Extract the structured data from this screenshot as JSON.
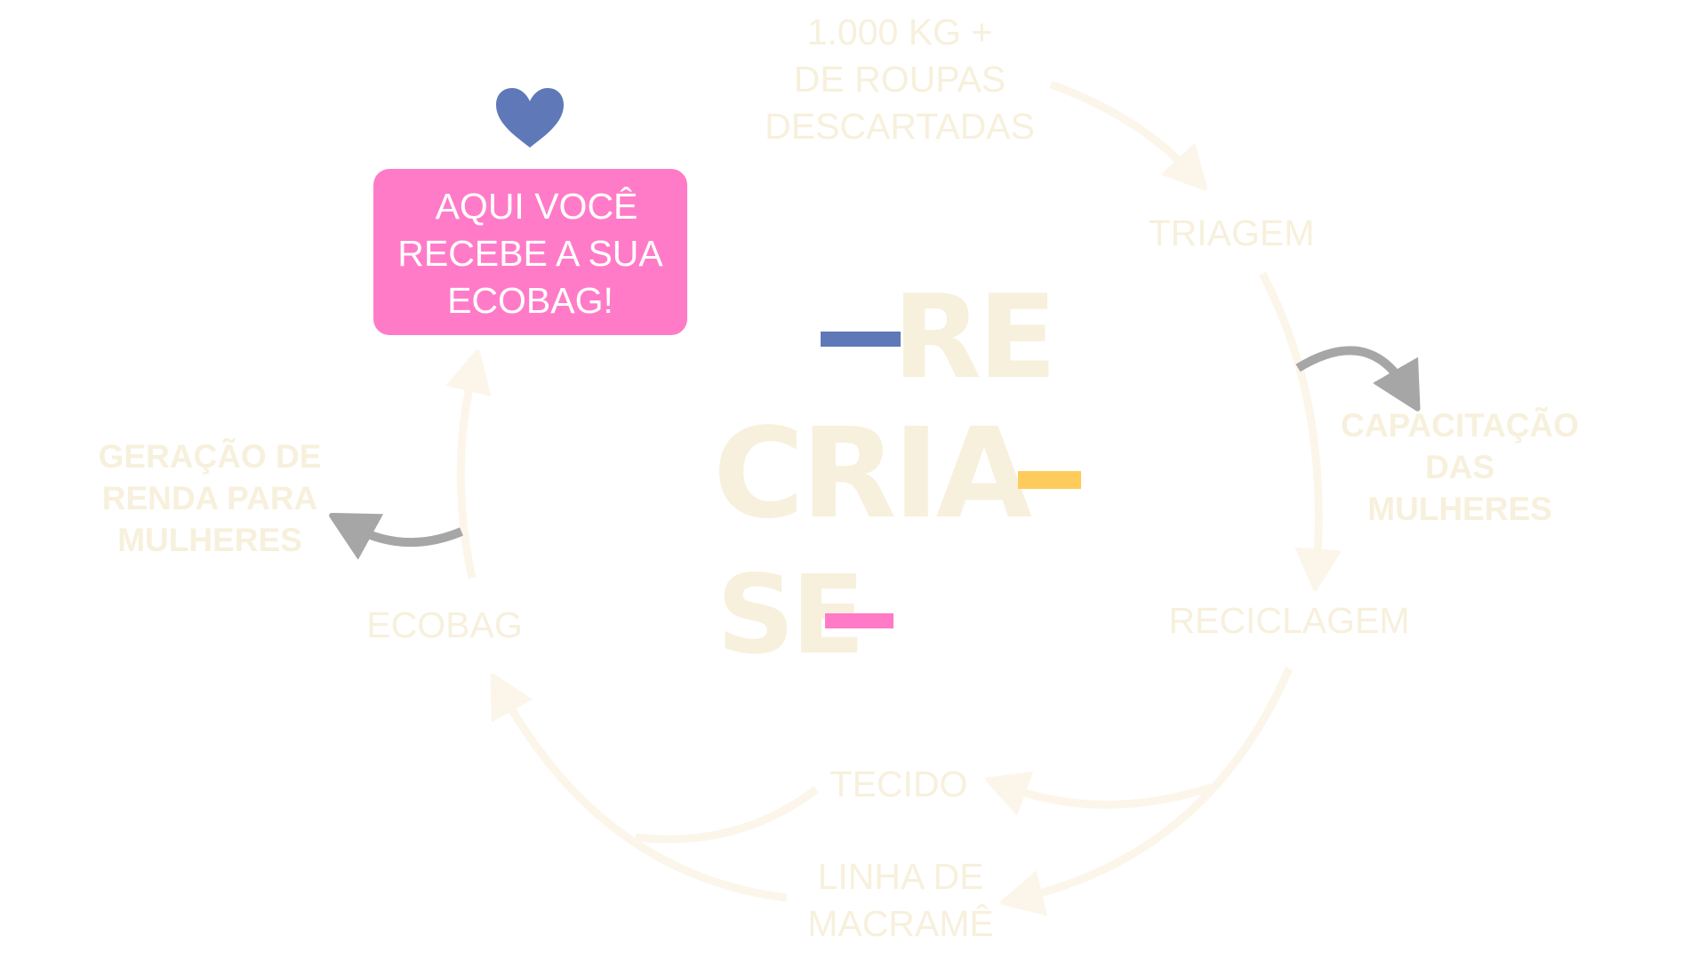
{
  "colors": {
    "label_text": "#F7F0DC",
    "flow_arrow": "#FCF5EA",
    "side_arrow": "#A6A6A6",
    "pink": "#FF7BC8",
    "blue": "#5F78B8",
    "yellow": "#FFCC5C",
    "background": "#FFFFFF"
  },
  "callout": {
    "icon": "heart-icon",
    "lines": [
      "AQUI VOCÊ",
      "RECEBE A SUA",
      "ECOBAG!"
    ]
  },
  "logo": {
    "lines": [
      "RE",
      "CRIA",
      "SE"
    ],
    "accent_bars": [
      "blue",
      "yellow",
      "pink"
    ]
  },
  "flow": {
    "start": {
      "lines": [
        "1.000 KG +",
        "DE ROUPAS",
        "DESCARTADAS"
      ]
    },
    "triagem": {
      "lines": [
        "TRIAGEM"
      ]
    },
    "capacitacao": {
      "lines": [
        "CAPACITAÇÃO",
        "DAS",
        "MULHERES"
      ]
    },
    "reciclagem": {
      "lines": [
        "RECICLAGEM"
      ]
    },
    "tecido": {
      "lines": [
        "TECIDO"
      ]
    },
    "linha": {
      "lines": [
        "LINHA DE",
        "MACRAMÊ"
      ]
    },
    "ecobag": {
      "lines": [
        "ECOBAG"
      ]
    },
    "renda": {
      "lines": [
        "GERAÇÃO DE",
        "RENDA PARA",
        "MULHERES"
      ]
    }
  },
  "connections": [
    {
      "from": "start",
      "to": "triagem",
      "type": "flow"
    },
    {
      "from": "triagem",
      "to": "reciclagem",
      "type": "flow"
    },
    {
      "from": "triagem",
      "to": "capacitacao",
      "type": "side"
    },
    {
      "from": "reciclagem",
      "to": "tecido",
      "type": "flow"
    },
    {
      "from": "reciclagem",
      "to": "linha",
      "type": "flow"
    },
    {
      "from": "tecido",
      "to": "ecobag",
      "type": "flow"
    },
    {
      "from": "linha",
      "to": "ecobag",
      "type": "flow"
    },
    {
      "from": "ecobag",
      "to": "callout",
      "type": "flow"
    },
    {
      "from": "ecobag",
      "to": "renda",
      "type": "side"
    }
  ]
}
